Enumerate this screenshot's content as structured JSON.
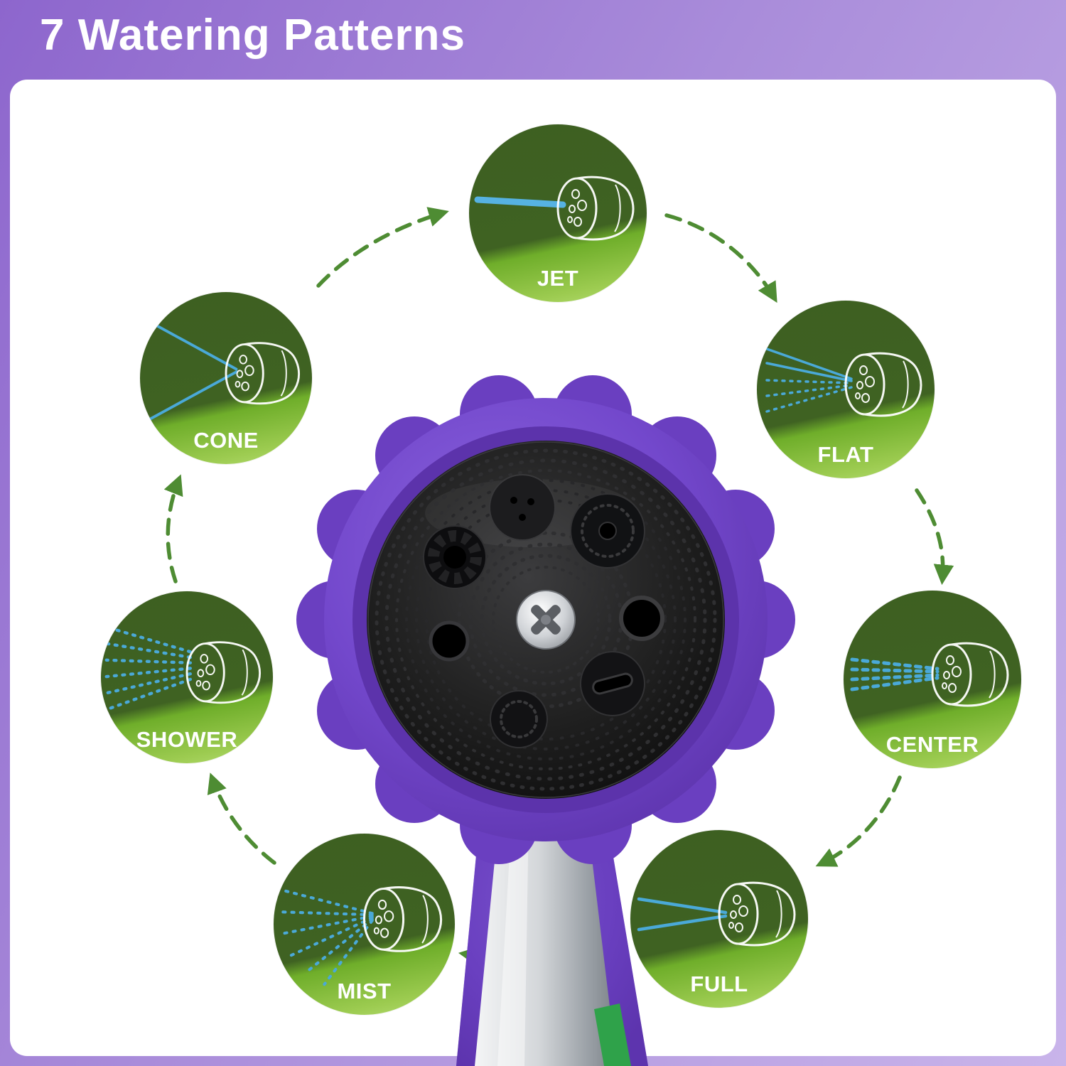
{
  "header": {
    "title": "7 Watering Patterns"
  },
  "patterns": [
    {
      "id": "jet",
      "label": "JET"
    },
    {
      "id": "flat",
      "label": "FLAT"
    },
    {
      "id": "center",
      "label": "CENTER"
    },
    {
      "id": "full",
      "label": "FULL"
    },
    {
      "id": "mist",
      "label": "MIST"
    },
    {
      "id": "shower",
      "label": "SHOWER"
    },
    {
      "id": "cone",
      "label": "CONE"
    }
  ],
  "cycle_order": [
    "JET",
    "FLAT",
    "CENTER",
    "FULL",
    "MIST",
    "SHOWER",
    "CONE"
  ],
  "colors": {
    "frame_purple": "#a98cda",
    "nozzle_purple": "#7348cc",
    "circle_green_dark": "#3d5f21",
    "circle_green_light": "#9ccb50",
    "water_blue": "#4aa9d8",
    "arrow_green": "#4e8c33",
    "label_white": "#ffffff"
  }
}
